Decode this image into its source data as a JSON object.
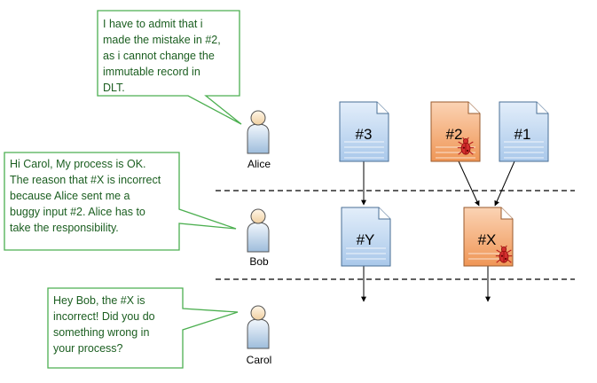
{
  "actors": [
    {
      "id": "alice",
      "label": "Alice"
    },
    {
      "id": "bob",
      "label": "Bob"
    },
    {
      "id": "carol",
      "label": "Carol"
    }
  ],
  "bubbles": [
    {
      "id": "alice",
      "lines": [
        "I have to admit that i",
        "made the mistake in #2,",
        "as i cannot change the",
        "immutable record in",
        "DLT."
      ]
    },
    {
      "id": "bob",
      "lines": [
        "Hi Carol, My process is OK.",
        "The reason that #X is incorrect",
        "because Alice sent me a",
        "buggy input #2.  Alice has to",
        "take the responsibility."
      ]
    },
    {
      "id": "carol",
      "lines": [
        "Hey Bob, the #X is",
        "incorrect! Did you do",
        "something wrong in",
        "your process?"
      ]
    }
  ],
  "documents": [
    {
      "id": "doc3",
      "label": "#3",
      "buggy": false
    },
    {
      "id": "doc2",
      "label": "#2",
      "buggy": true
    },
    {
      "id": "doc1",
      "label": "#1",
      "buggy": false
    },
    {
      "id": "docY",
      "label": "#Y",
      "buggy": false
    },
    {
      "id": "docX",
      "label": "#X",
      "buggy": true
    }
  ],
  "colors": {
    "bubble_border": "#4caf50",
    "bubble_text": "#1b5e20",
    "doc_blue": "#bcd6ef",
    "doc_orange": "#f4a470",
    "bug": "#c62828"
  }
}
